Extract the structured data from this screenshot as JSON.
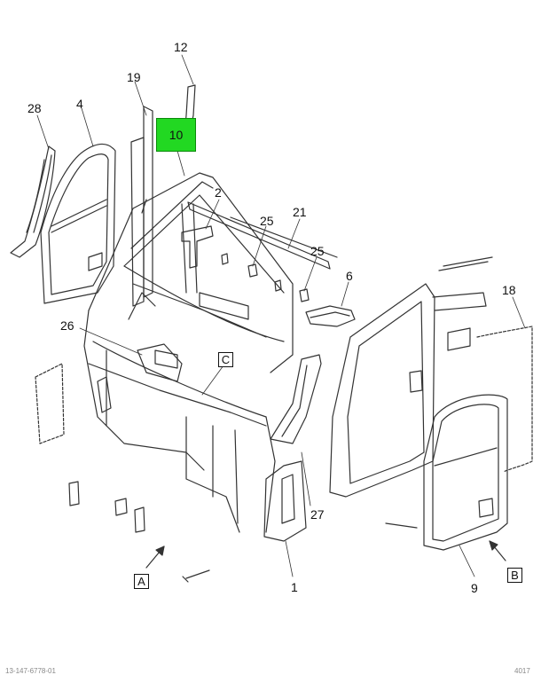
{
  "diagram": {
    "callouts": [
      "12",
      "19",
      "28",
      "4",
      "10",
      "2",
      "25",
      "21",
      "25",
      "6",
      "18",
      "26",
      "27",
      "1",
      "9"
    ],
    "highlighted_callout": "10",
    "view_labels": [
      "C",
      "A",
      "B"
    ],
    "highlight_color": "#22d822",
    "line_color": "#333333"
  },
  "footer": {
    "left_code": "13-147-6778-01",
    "right_code": "4017"
  }
}
